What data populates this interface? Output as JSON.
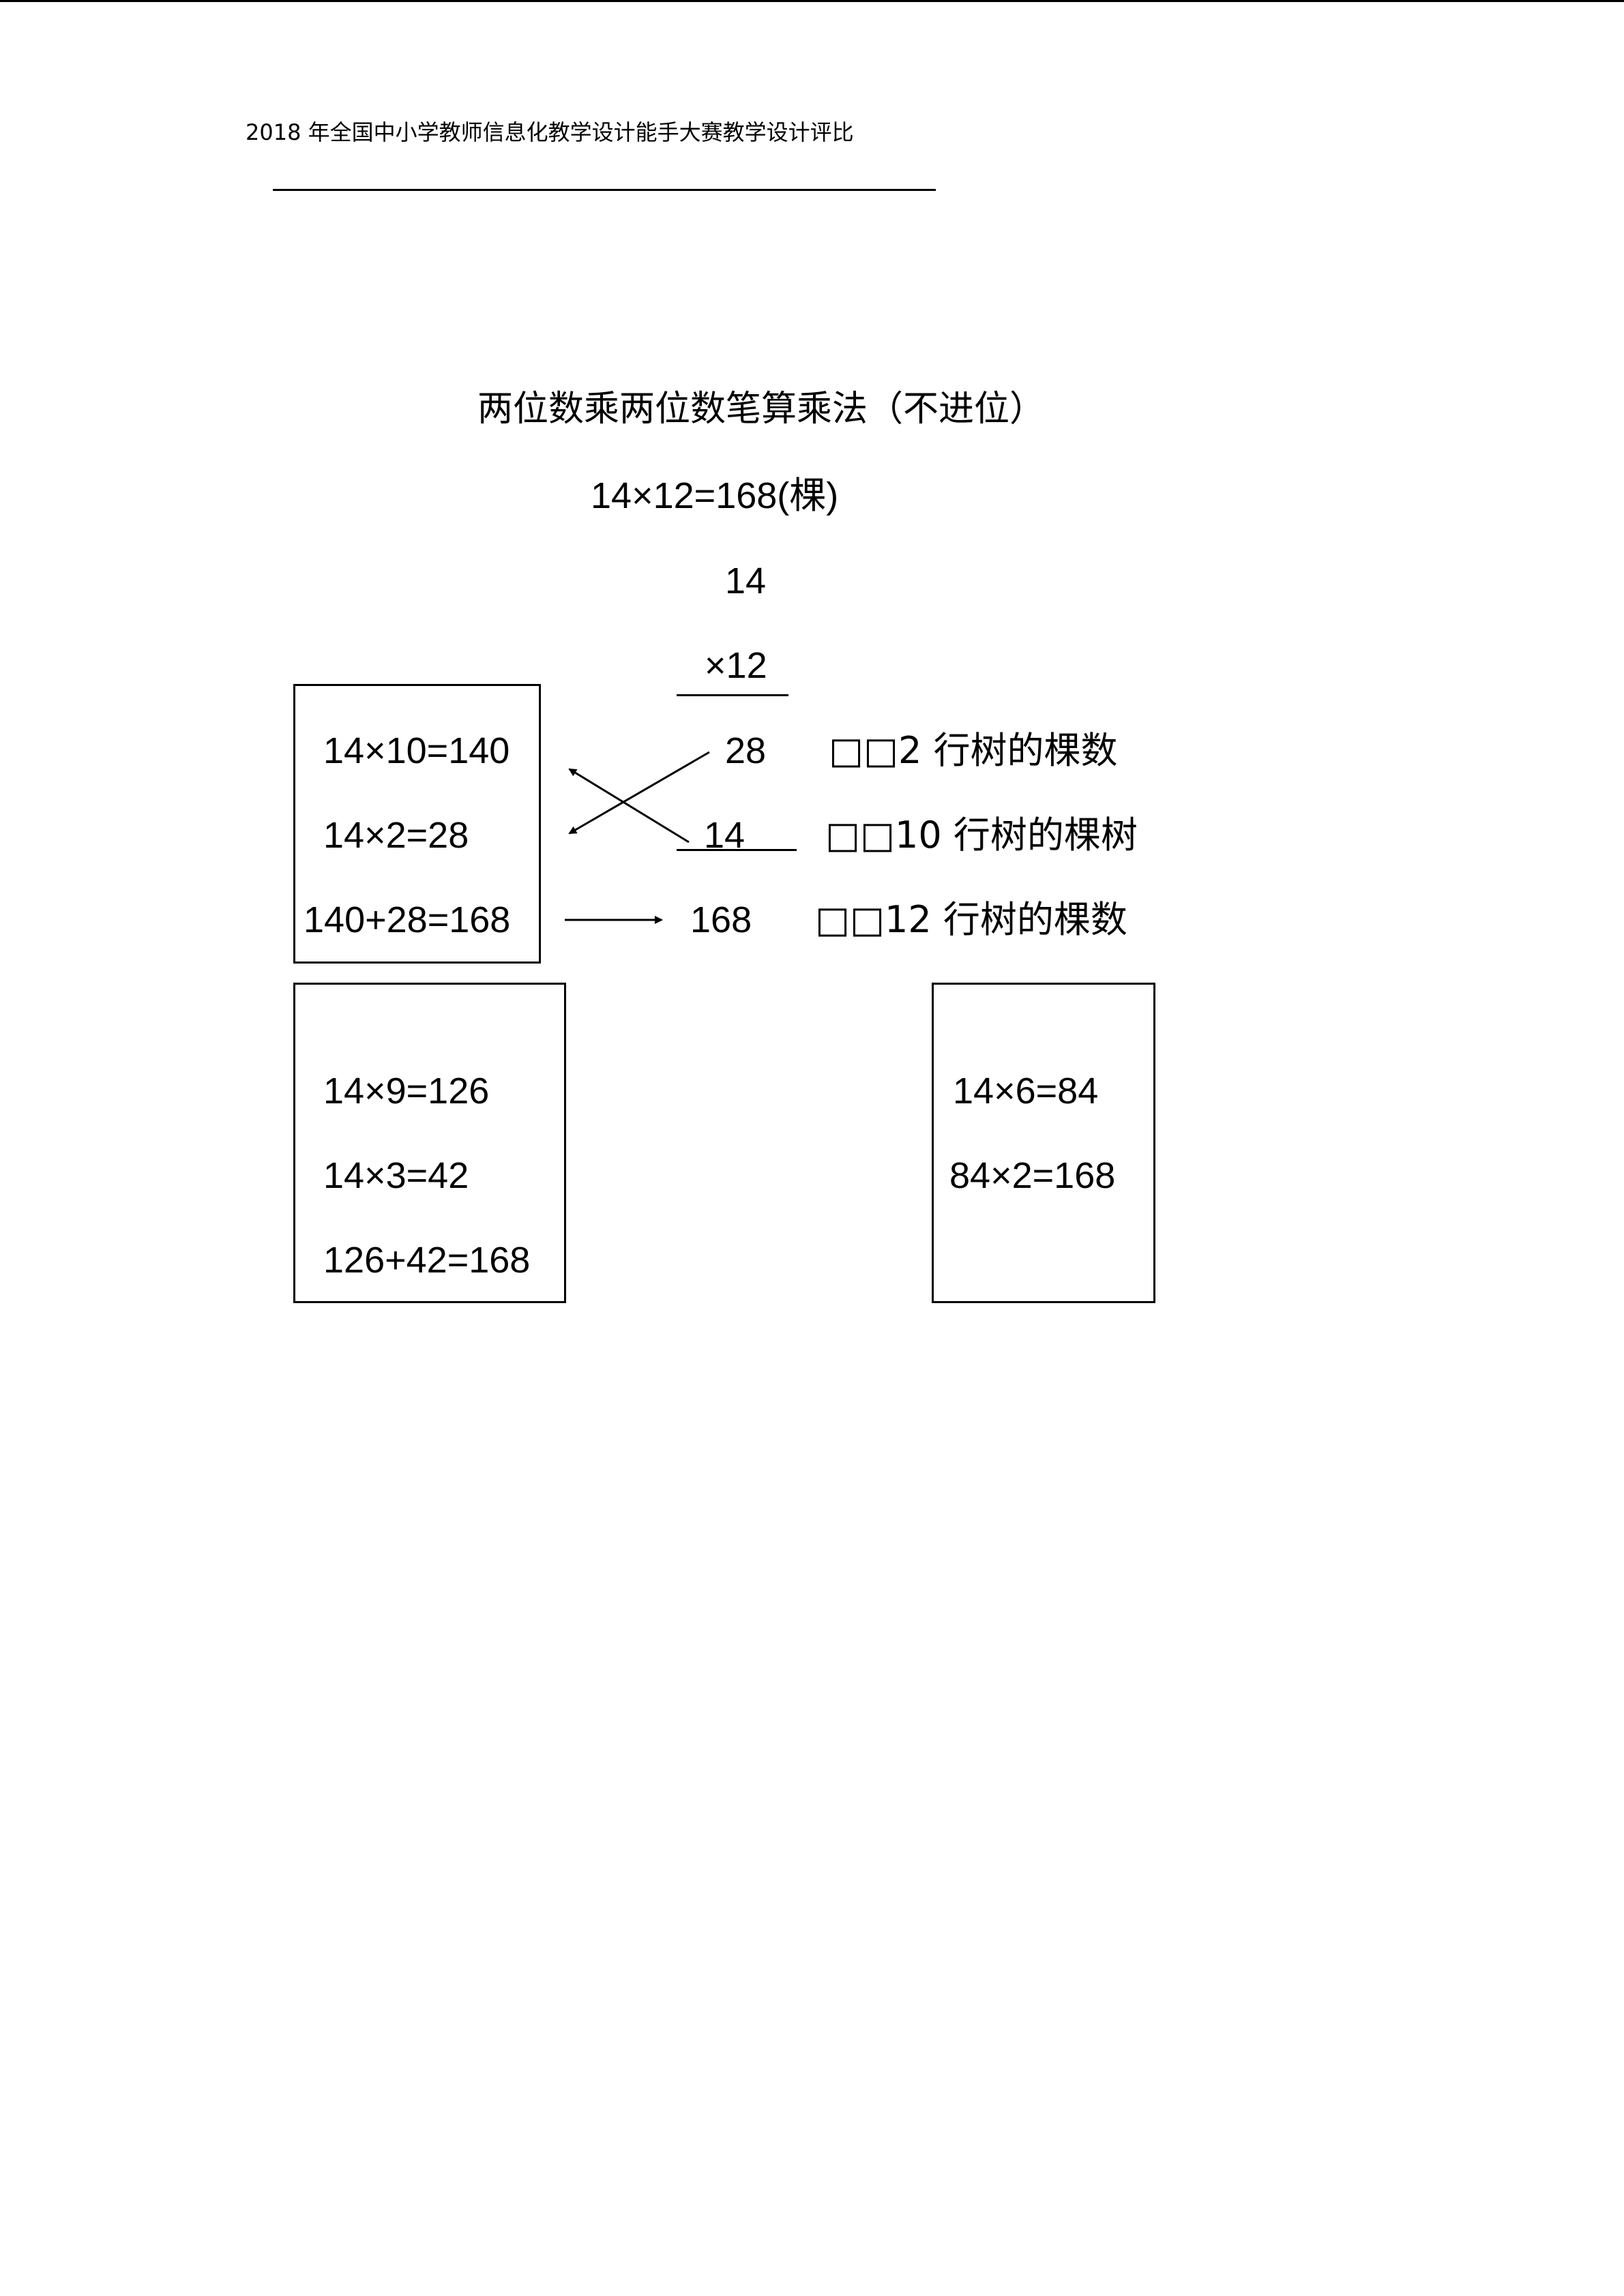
{
  "header": {
    "text": "2018 年全国中小学教师信息化教学设计能手大赛教学设计评比"
  },
  "title": "两位数乘两位数笔算乘法（不进位）",
  "equation": "14×12=168(棵)",
  "vertical_calc": {
    "multiplicand": "14",
    "multiplier": "×12",
    "partial_1": "28",
    "partial_2": "14",
    "result": "168"
  },
  "notes": {
    "row1": "□□2 行树的棵数",
    "row2": "□□10 行树的棵树",
    "row3": "□□12 行树的棵数"
  },
  "box_main": {
    "line1": "14×10=140",
    "line2": "14×2=28",
    "line3": "140+28=168"
  },
  "box_left": {
    "line1": "14×9=126",
    "line2": "14×3=42",
    "line3": "126+42=168"
  },
  "box_right": {
    "line1": "14×6=84",
    "line2": "84×2=168"
  }
}
